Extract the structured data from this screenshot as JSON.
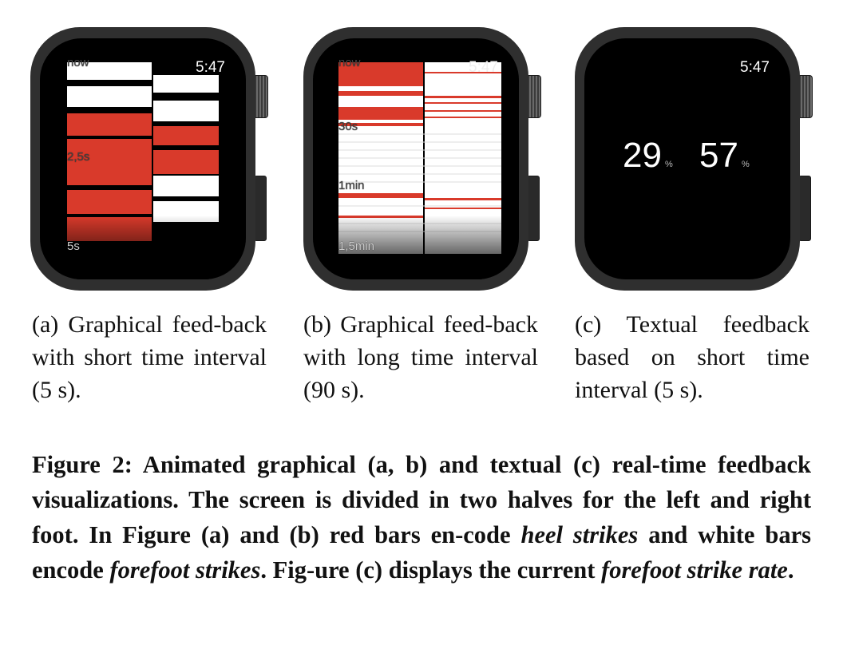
{
  "watches": [
    {
      "time": "5:47",
      "labels": [
        "now",
        "2,5s",
        "5s"
      ]
    },
    {
      "time": "5:47",
      "labels": [
        "now",
        "30s",
        "1min",
        "1,5min"
      ]
    },
    {
      "time": "5:47",
      "left_value": "29",
      "right_value": "57",
      "unit": "%"
    }
  ],
  "colors": {
    "heel": "#d93a2b",
    "forefoot": "#ffffff",
    "case": "#2f2f2f"
  },
  "subcaptions": [
    "(a) Graphical feed-back with short time interval (5 s).",
    "(b) Graphical feed-back with long time interval (90 s).",
    "(c) Textual feedback based on short time interval (5 s)."
  ],
  "figure_caption": {
    "lead": "Figure 2: Animated graphical (a, b) and textual (c) real-time feedback visualizations. The screen is divided in two halves for the left and right foot. In Figure (a) and (b) red bars en-code ",
    "em1": "heel strikes",
    "mid": " and white bars encode ",
    "em2": "forefoot strikes",
    "mid2": ". Fig-ure (c) displays the current ",
    "em3": "forefoot strike rate",
    "end": "."
  }
}
